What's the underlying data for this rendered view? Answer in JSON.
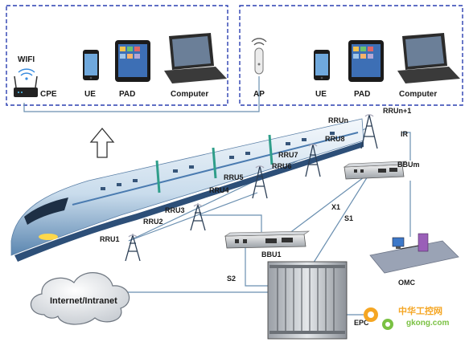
{
  "groups": {
    "left": {
      "wifi": "WIFI",
      "cpe": "CPE",
      "ue": "UE",
      "pad": "PAD",
      "computer": "Computer"
    },
    "right": {
      "ap": "AP",
      "ue": "UE",
      "pad": "PAD",
      "computer": "Computer"
    }
  },
  "rru_labels": [
    "RRU1",
    "RRU2",
    "RRU3",
    "RRU4",
    "RRU5",
    "RRU6",
    "RRU7",
    "RRU8",
    "RRUn",
    "RRUn+1"
  ],
  "links": {
    "ir": "IR",
    "x1": "X1",
    "s1": "S1",
    "s2": "S2"
  },
  "nodes": {
    "bbum": "BBUm",
    "bbu1": "BBU1",
    "omc": "OMC",
    "epc": "EPC",
    "internet": "Internet/Intranet"
  },
  "watermark": {
    "cn": "中华工控网",
    "en": "gkong.com"
  },
  "colors": {
    "dash_border": "#2a3fb0",
    "line": "#6a8fb0",
    "watermark_orange": "#f5a623",
    "watermark_green": "#7ac143"
  }
}
